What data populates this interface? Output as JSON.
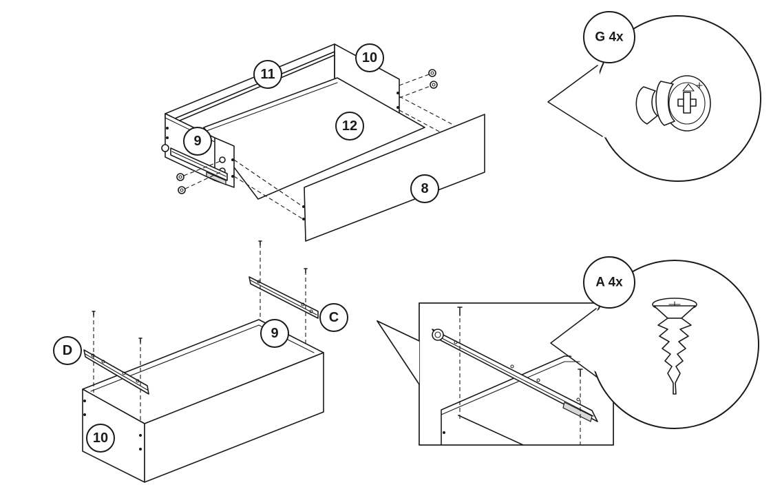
{
  "labels": {
    "part_8": "8",
    "part_9_top": "9",
    "part_10_top": "10",
    "part_11": "11",
    "part_12": "12",
    "part_9_bottom": "9",
    "part_10_bottom": "10",
    "rail_c": "C",
    "rail_d": "D"
  },
  "callouts": {
    "cam_lock": {
      "quantity_label": "G 4x",
      "icon": "cam-lock-fitting-icon"
    },
    "screw": {
      "quantity_label": "A 4x",
      "icon": "wood-screw-icon"
    }
  },
  "colors": {
    "line": "#1a1a1a",
    "background": "#ffffff"
  }
}
